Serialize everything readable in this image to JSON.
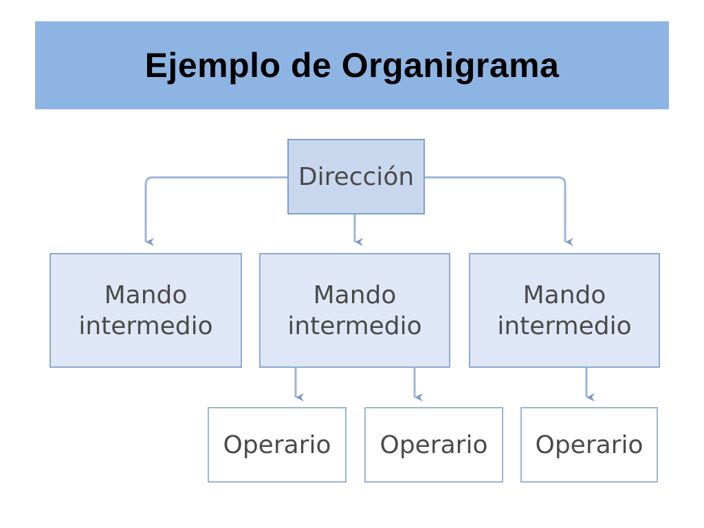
{
  "title": "Ejemplo de Organigrama",
  "org_chart": {
    "director": {
      "label": "Dirección"
    },
    "middle_managers": [
      {
        "line1": "Mando",
        "line2": "intermedio"
      },
      {
        "line1": "Mando",
        "line2": "intermedio"
      },
      {
        "line1": "Mando",
        "line2": "intermedio"
      }
    ],
    "operators": [
      {
        "label": "Operario"
      },
      {
        "label": "Operario"
      },
      {
        "label": "Operario"
      }
    ]
  },
  "colors": {
    "title_bar": "#8eb4e3",
    "director_fill": "#c9d7ee",
    "middle_fill": "#dfe7f6",
    "operator_fill": "#ffffff",
    "border": "#8ea8cf",
    "arrow": "#7d9acb"
  }
}
